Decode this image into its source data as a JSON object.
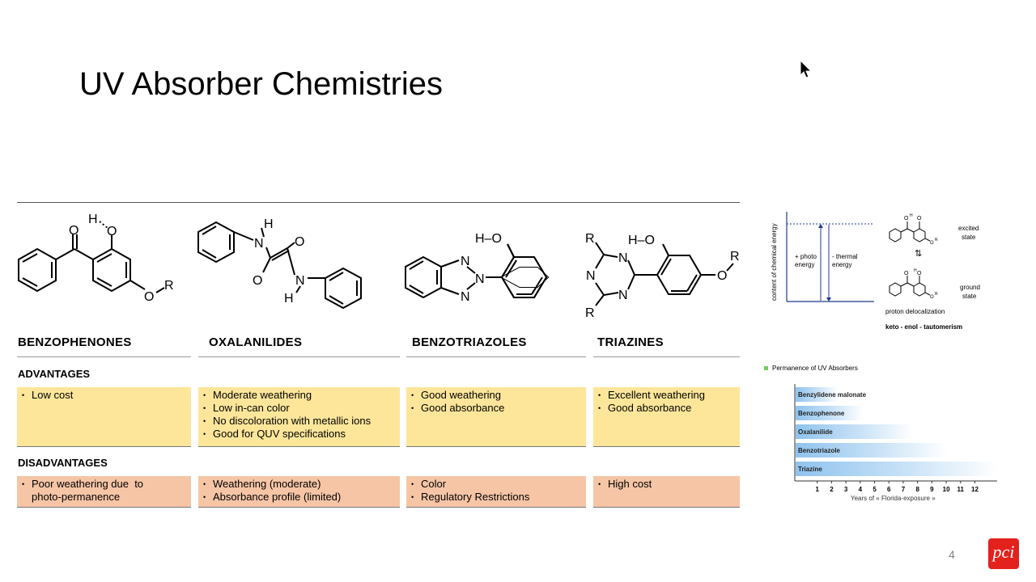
{
  "slide": {
    "title": "UV Absorber Chemistries",
    "page_number": "4",
    "logo_text": "pci"
  },
  "structures": {
    "benzophenone": {
      "h": "H",
      "o1": "O",
      "o2": "O",
      "o3": "O",
      "r": "R"
    },
    "oxanilide": {
      "h1": "H",
      "n1": "N",
      "o1": "O",
      "o2": "O",
      "n2": "N",
      "h2": "H"
    },
    "benzotriazole": {
      "ho": "H–O",
      "n1": "N",
      "n2": "N",
      "n3": "N"
    },
    "triazine": {
      "r1": "R",
      "r2": "R",
      "r3": "R",
      "ho": "H–O",
      "n1": "N",
      "n2": "N",
      "n3": "N",
      "o": "O"
    }
  },
  "columns": [
    {
      "name": "BENZOPHENONES",
      "advantages": [
        "Low cost"
      ],
      "disadvantages": [
        "Poor weathering due  to photo-permanence"
      ]
    },
    {
      "name": "OXALANILIDES",
      "advantages": [
        "Moderate weathering",
        "Low in-can color",
        "No discoloration with metallic ions",
        "Good for QUV specifications"
      ],
      "disadvantages": [
        "Weathering (moderate)",
        "Absorbance profile (limited)"
      ]
    },
    {
      "name": "BENZOTRIAZOLES",
      "advantages": [
        "Good weathering",
        "Good absorbance"
      ],
      "disadvantages": [
        "Color",
        "Regulatory Restrictions"
      ]
    },
    {
      "name": "TRIAZINES",
      "advantages": [
        "Excellent weathering",
        "Good absorbance"
      ],
      "disadvantages": [
        "High cost"
      ]
    }
  ],
  "sections": {
    "advantages": "ADVANTAGES",
    "disadvantages": "DISADVANTAGES"
  },
  "energy_diagram": {
    "ylabel": "content of chemical energy",
    "photo": [
      "+ photo",
      "energy"
    ],
    "thermal": [
      "- thermal",
      "energy"
    ],
    "excited": [
      "excited",
      "state"
    ],
    "ground": [
      "ground",
      "state"
    ],
    "proton": "proton delocalization",
    "keto": "keto - enol - tautomerism"
  },
  "chart_data": {
    "type": "bar",
    "title": "Permanence of UV Absorbers",
    "xlabel": "Years of « Florida-exposure »",
    "ylabel": "",
    "categories": [
      "Benzylidene malonate",
      "Benzophenone",
      "Oxalanilide",
      "Benzotriazole",
      "Triazine"
    ],
    "values": [
      2.5,
      4,
      7,
      9,
      12
    ],
    "x_ticks": [
      "1",
      "2",
      "3",
      "4",
      "5",
      "6",
      "7",
      "8",
      "9",
      "10",
      "11",
      "12"
    ],
    "xlim": [
      0,
      12
    ],
    "bar_color": "#8fc3ee",
    "legend_color": "#6fcf55"
  }
}
